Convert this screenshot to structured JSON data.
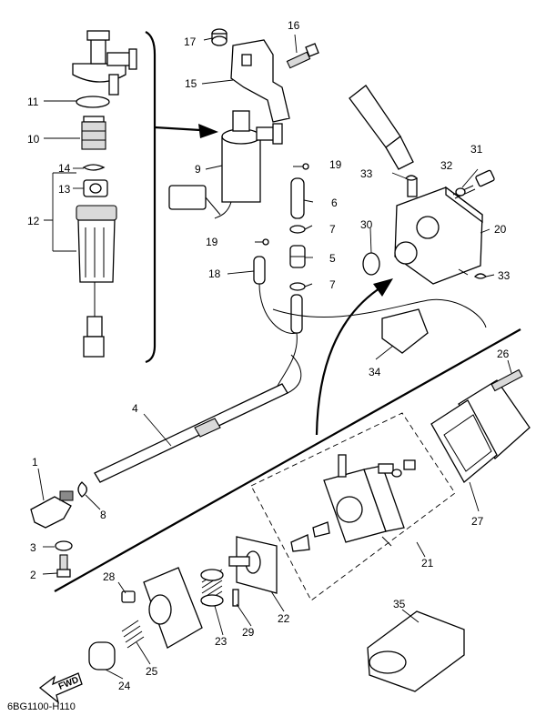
{
  "diagram": {
    "code": "6BG1100-H110",
    "fwd_label": "FWD",
    "callouts": {
      "c1": "1",
      "c2": "2",
      "c3": "3",
      "c4": "4",
      "c5": "5",
      "c6": "6",
      "c7a": "7",
      "c7b": "7",
      "c8": "8",
      "c9": "9",
      "c10": "10",
      "c11": "11",
      "c12": "12",
      "c13": "13",
      "c14": "14",
      "c15": "15",
      "c16": "16",
      "c17": "17",
      "c18": "18",
      "c19a": "19",
      "c19b": "19",
      "c20": "20",
      "c21": "21",
      "c22": "22",
      "c23": "23",
      "c24": "24",
      "c25": "25",
      "c26": "26",
      "c27": "27",
      "c28": "28",
      "c29": "29",
      "c30": "30",
      "c31": "31",
      "c32": "32",
      "c33a": "33",
      "c33b": "33",
      "c34": "34",
      "c35": "35"
    }
  }
}
